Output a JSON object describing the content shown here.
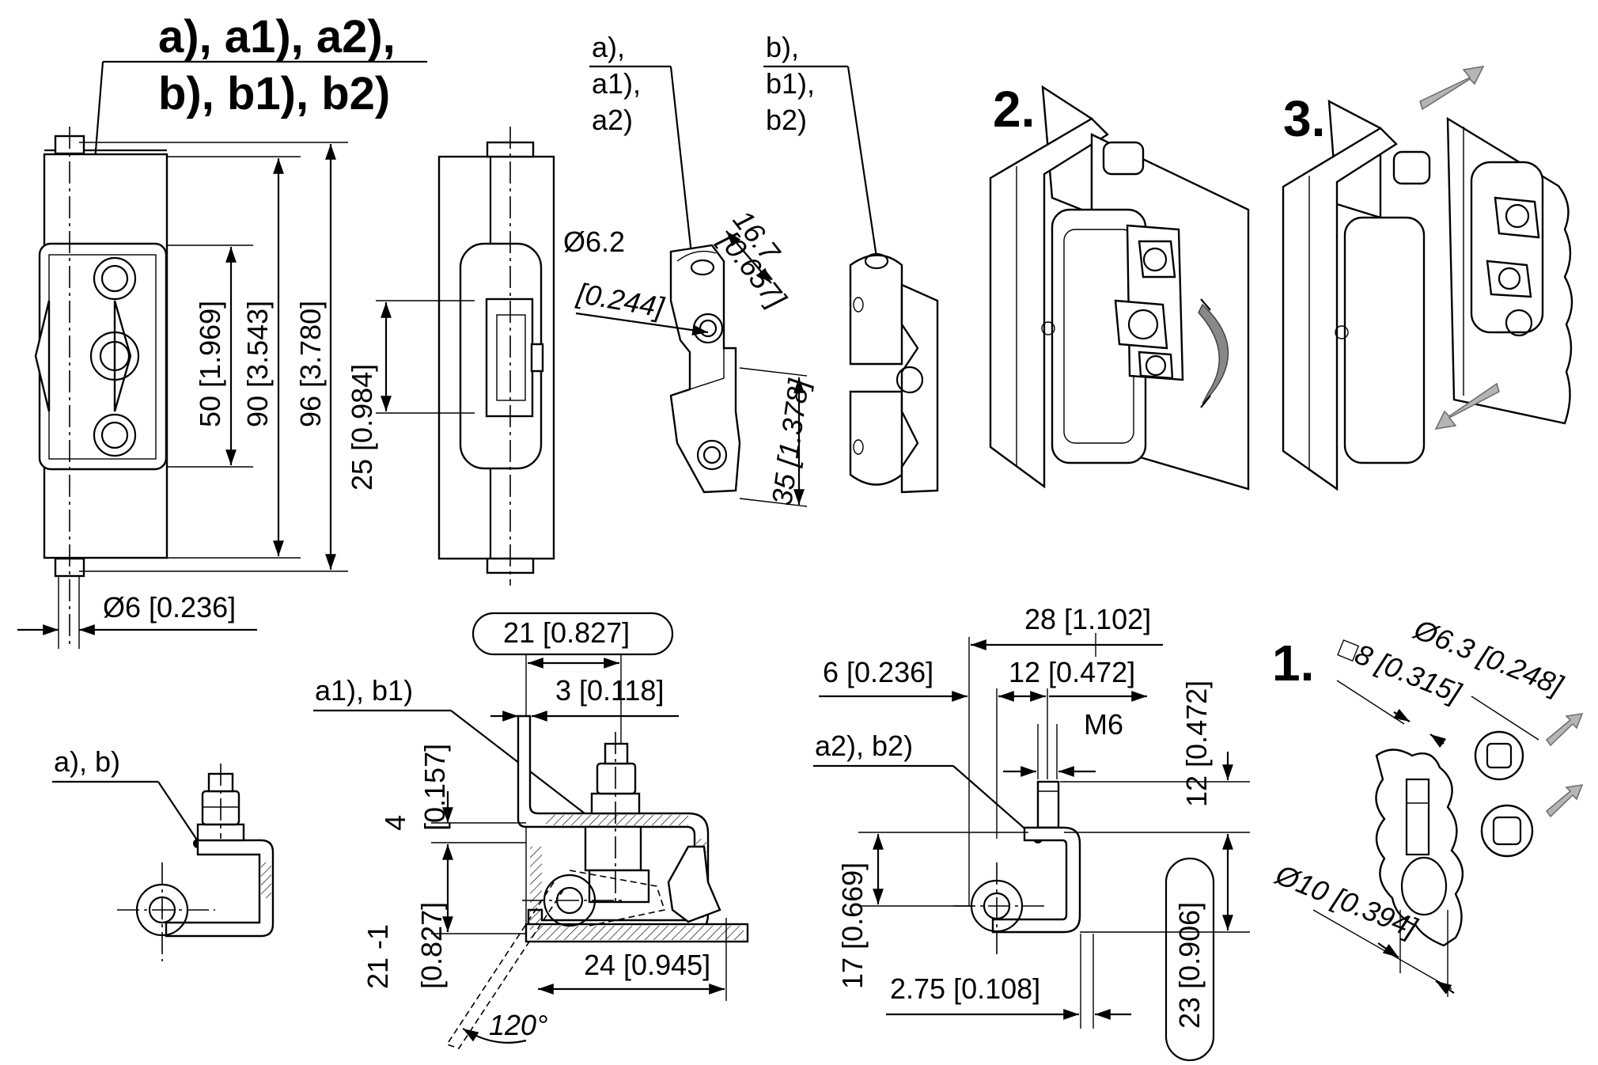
{
  "header": {
    "variants_line1": "a), a1), a2),",
    "variants_line2": "b), b1), b2)"
  },
  "labels": {
    "a_group": [
      "a),",
      "a1),",
      "a2)"
    ],
    "b_group": [
      "b),",
      "b1),",
      "b2)"
    ],
    "a_b": "a), b)",
    "a1_b1": "a1), b1)",
    "a2_b2": "a2), b2)"
  },
  "steps": {
    "s1": "1.",
    "s2": "2.",
    "s3": "3."
  },
  "dimensions": {
    "d50": "50 [1.969]",
    "d90": "90 [3.543]",
    "d96": "96 [3.780]",
    "d25": "25 [0.984]",
    "d6_dia": "Ø6 [0.236]",
    "d62_a": "Ø6.2",
    "d62_b": "[0.244]",
    "d167_a": "16.7",
    "d167_b": "[0.657]",
    "d35": "35 [1.378]",
    "d21_box": "21 [0.827]",
    "d3": "3 [0.118]",
    "d4_a": "4",
    "d4_b": "[0.157]",
    "d21_a": "21 -1",
    "d21_b": "[0.827]",
    "d24": "24 [0.945]",
    "angle": "120°",
    "d28": "28 [1.102]",
    "d6": "6 [0.236]",
    "d12h": "12 [0.472]",
    "d12v": "12 [0.472]",
    "m6": "M6",
    "d17": "17 [0.669]",
    "d275": "2.75 [0.108]",
    "d23": "23 [0.906]",
    "sq8": "□8 [0.315]",
    "d63": "Ø6.3 [0.248]",
    "d10": "Ø10 [0.394]"
  },
  "colors": {
    "line": "#000000",
    "arrow_fill": "#b5b5b5",
    "background": "#ffffff"
  }
}
